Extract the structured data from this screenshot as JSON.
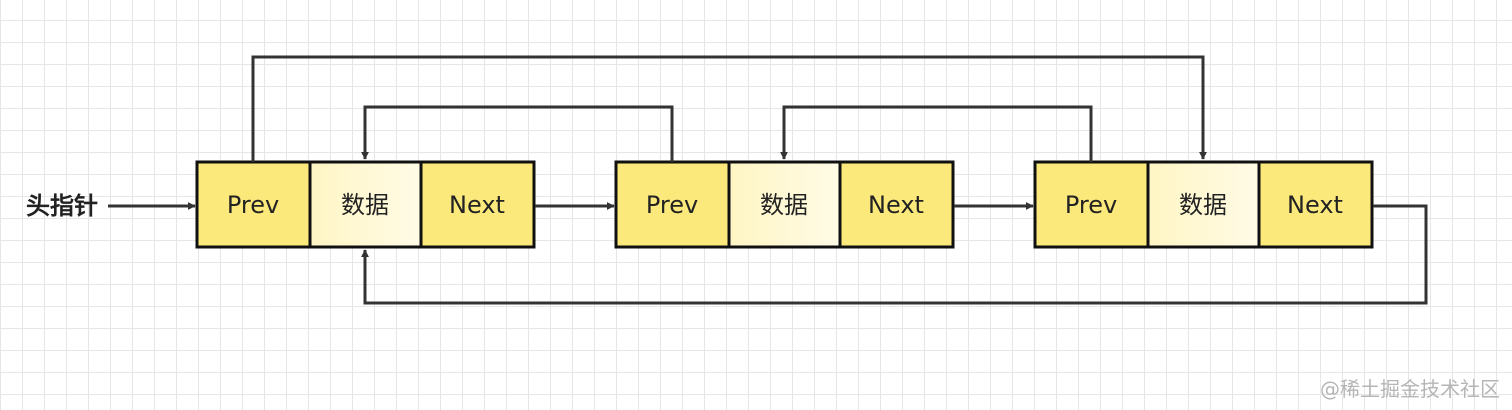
{
  "head_pointer_label": "头指针",
  "nodes": [
    {
      "prev_label": "Prev",
      "data_label": "数据",
      "next_label": "Next"
    },
    {
      "prev_label": "Prev",
      "data_label": "数据",
      "next_label": "Next"
    },
    {
      "prev_label": "Prev",
      "data_label": "数据",
      "next_label": "Next"
    }
  ],
  "watermark": "@稀土掘金技术社区",
  "colors": {
    "pointer_cell": "#fbe97c",
    "data_cell_start": "#fff6c4",
    "data_cell_end": "#fffbe6",
    "outline": "#111111",
    "arrow": "#333333",
    "grid": "#e6e6e6"
  }
}
